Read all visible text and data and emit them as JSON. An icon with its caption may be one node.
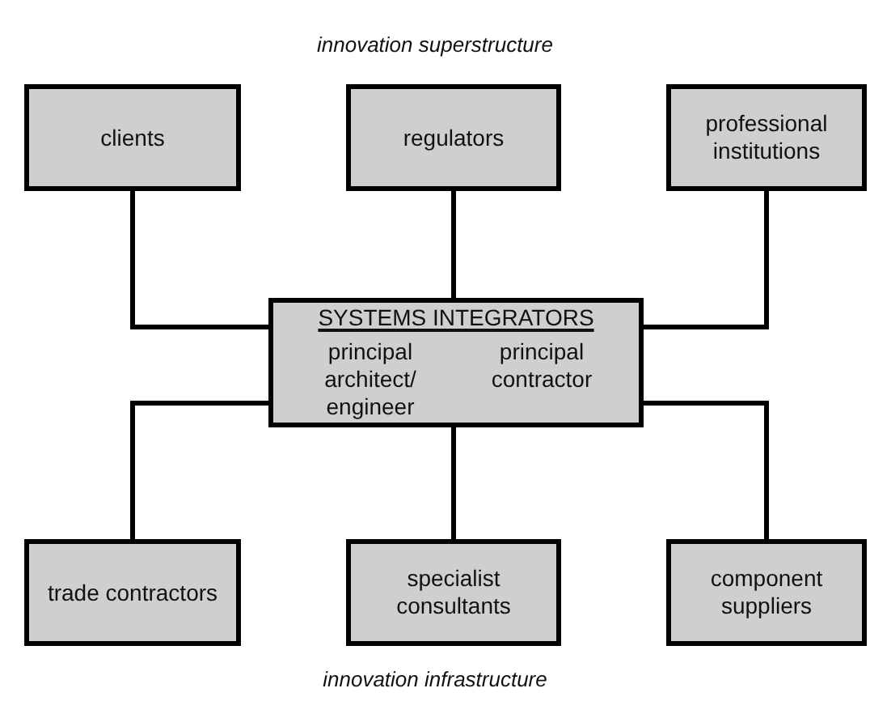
{
  "diagram": {
    "nodes": [
      {
        "text": [
          "clients"
        ]
      },
      {
        "text": [
          "regulators"
        ]
      },
      {
        "text": [
          "professional institutions"
        ]
      },
      {
        "text": [
          "SYSTEMS INTEGRATORS",
          "principal architect/ engineer",
          "principal contractor"
        ]
      },
      {
        "text": [
          "trade contractors"
        ]
      },
      {
        "text": [
          "specialist consultants"
        ]
      },
      {
        "text": [
          "component suppliers"
        ]
      }
    ],
    "edges": [
      {
        "from": 0,
        "to": 3,
        "arrow": "none"
      },
      {
        "from": 1,
        "to": 3,
        "arrow": "none"
      },
      {
        "from": 2,
        "to": 3,
        "arrow": "none"
      },
      {
        "from": 3,
        "to": 4,
        "arrow": "none"
      },
      {
        "from": 3,
        "to": 5,
        "arrow": "none"
      },
      {
        "from": 3,
        "to": 6,
        "arrow": "none"
      }
    ],
    "labels": [
      "innovation superstructure",
      "innovation infrastructure"
    ]
  }
}
